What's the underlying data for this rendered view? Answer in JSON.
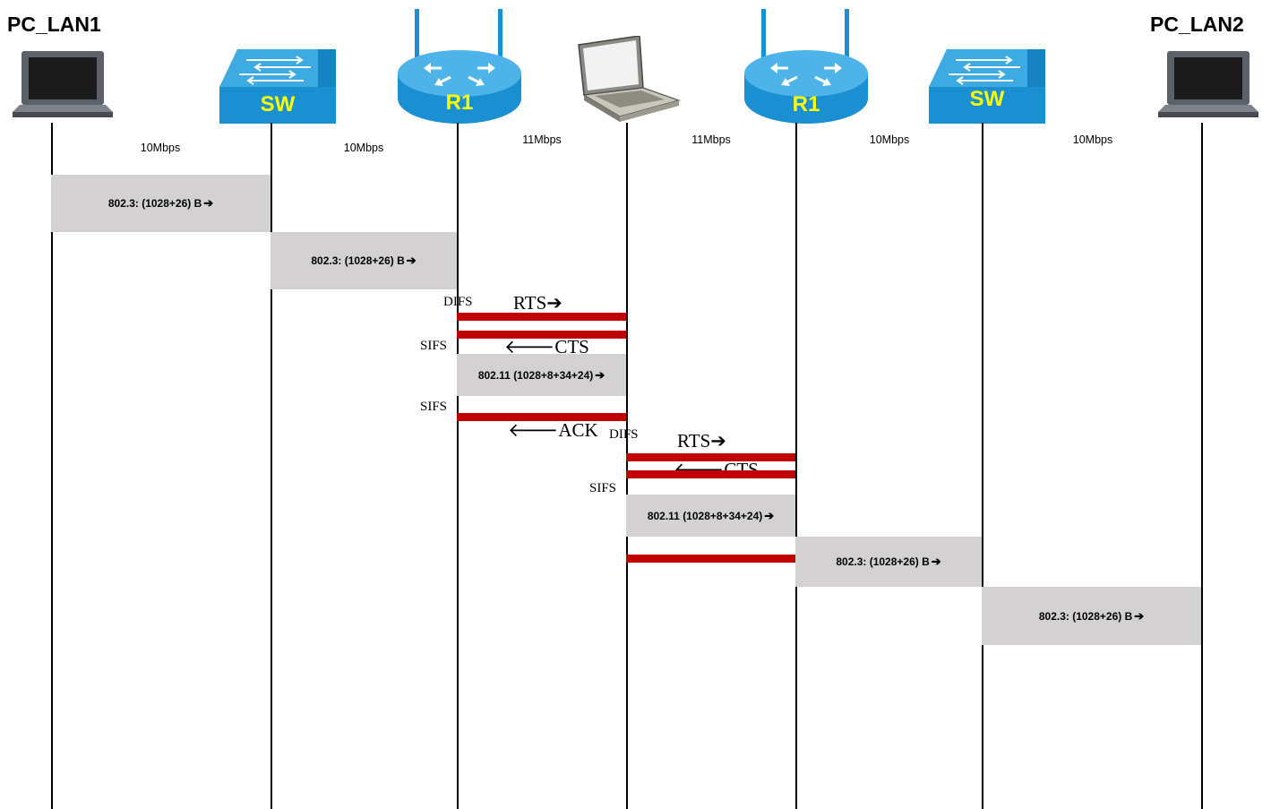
{
  "nodes": {
    "pc_lan1": "PC_LAN1",
    "pc_lan2": "PC_LAN2",
    "switch_left": "SW",
    "router_left": "R1",
    "router_right": "R1",
    "switch_right": "SW"
  },
  "icons": [
    "laptop-icon",
    "switch-icon",
    "wireless-router-icon",
    "laptop-open-icon",
    "wireless-router-icon",
    "switch-icon",
    "laptop-icon"
  ],
  "link_speeds": [
    "10Mbps",
    "10Mbps",
    "11Mbps",
    "11Mbps",
    "10Mbps",
    "10Mbps"
  ],
  "frames": {
    "eth_1": "802.3:  (1028+26) B",
    "eth_2": "802.3:  (1028+26) B",
    "wifi_1": "802.11 (1028+8+34+24)",
    "wifi_2": "802.11 (1028+8+34+24)",
    "eth_3": "802.3:  (1028+26) B",
    "eth_4": "802.3:  (1028+26) B",
    "arrow_right": "➔",
    "arrow_left": "🡐"
  },
  "control": {
    "difs_1": "DIFS",
    "rts_1": "RTS",
    "sifs_1": "SIFS",
    "cts_1": "CTS",
    "sifs_2": "SIFS",
    "ack_1": "ACK",
    "difs_2": "DIFS",
    "rts_2": "RTS",
    "cts_2": "CTS",
    "sifs_3": "SIFS"
  },
  "colors": {
    "device_blue": "#1a8fd1",
    "device_label": "#ffff00",
    "frame_gray": "#d3d1d1",
    "control_red": "#c00000"
  }
}
